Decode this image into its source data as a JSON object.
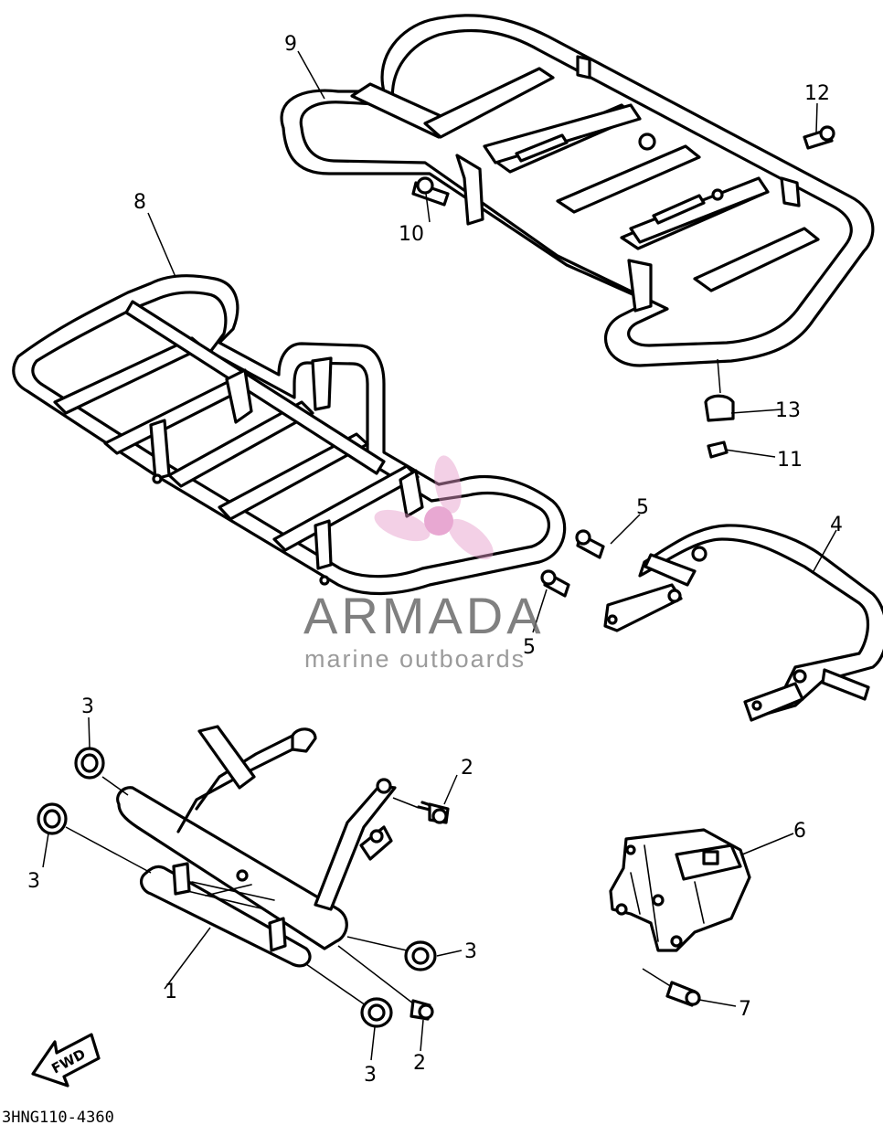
{
  "diagram": {
    "drawing_code": "3HNG110-4360",
    "fwd_label": "FWD",
    "callouts": [
      {
        "id": "c1",
        "label": "1"
      },
      {
        "id": "c2a",
        "label": "2"
      },
      {
        "id": "c2b",
        "label": "2"
      },
      {
        "id": "c3a",
        "label": "3"
      },
      {
        "id": "c3b",
        "label": "3"
      },
      {
        "id": "c3c",
        "label": "3"
      },
      {
        "id": "c3d",
        "label": "3"
      },
      {
        "id": "c4",
        "label": "4"
      },
      {
        "id": "c5a",
        "label": "5"
      },
      {
        "id": "c5b",
        "label": "5"
      },
      {
        "id": "c6",
        "label": "6"
      },
      {
        "id": "c7",
        "label": "7"
      },
      {
        "id": "c8",
        "label": "8"
      },
      {
        "id": "c9",
        "label": "9"
      },
      {
        "id": "c10",
        "label": "10"
      },
      {
        "id": "c11",
        "label": "11"
      },
      {
        "id": "c12",
        "label": "12"
      },
      {
        "id": "c13",
        "label": "13"
      }
    ]
  },
  "watermark": {
    "title": "ARMADA",
    "subtitle": "marine outboards",
    "logo_color": "#e59acb",
    "text_color": "#6a6a6a"
  }
}
